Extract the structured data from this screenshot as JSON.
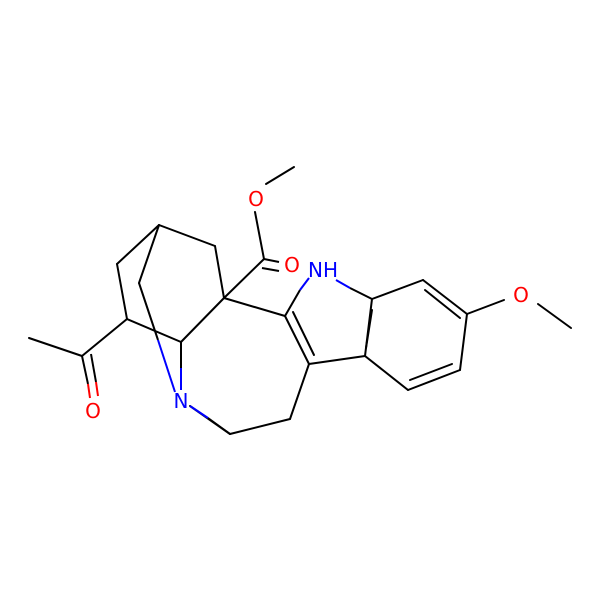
{
  "colors": {
    "carbon_bond": "#000000",
    "oxygen": "#ff0000",
    "nitrogen": "#0000ff",
    "background": "#ffffff"
  },
  "atoms": {
    "ester_carbonyl_oxygen": "O",
    "ester_ether_oxygen": "O",
    "indole_nh": "NH",
    "methoxy_oxygen": "O",
    "amine_nitrogen": "N",
    "ketone_oxygen": "O"
  }
}
